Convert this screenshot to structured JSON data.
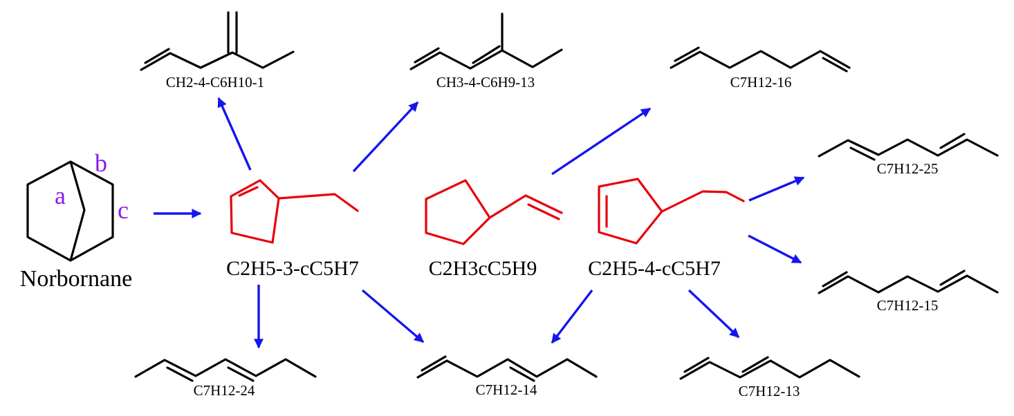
{
  "colors": {
    "reactant": "#000000",
    "intermediate": "#e8000b",
    "arrow": "#1515ee",
    "bond_label": "#8a1ae6"
  },
  "reactant": {
    "name": "Norbornane",
    "bond_labels": {
      "a": "a",
      "b": "b",
      "c": "c"
    }
  },
  "intermediates": {
    "left": "C2H5-3-cC5H7",
    "middle": "C2H3cC5H9",
    "right": "C2H5-4-cC5H7"
  },
  "products": {
    "ch2_4_c6h10_1": "CH2-4-C6H10-1",
    "ch3_4_c6h9_13": "CH3-4-C6H9-13",
    "c7h12_16": "C7H12-16",
    "c7h12_25": "C7H12-25",
    "c7h12_15": "C7H12-15",
    "c7h12_24": "C7H12-24",
    "c7h12_14": "C7H12-14",
    "c7h12_13": "C7H12-13"
  }
}
